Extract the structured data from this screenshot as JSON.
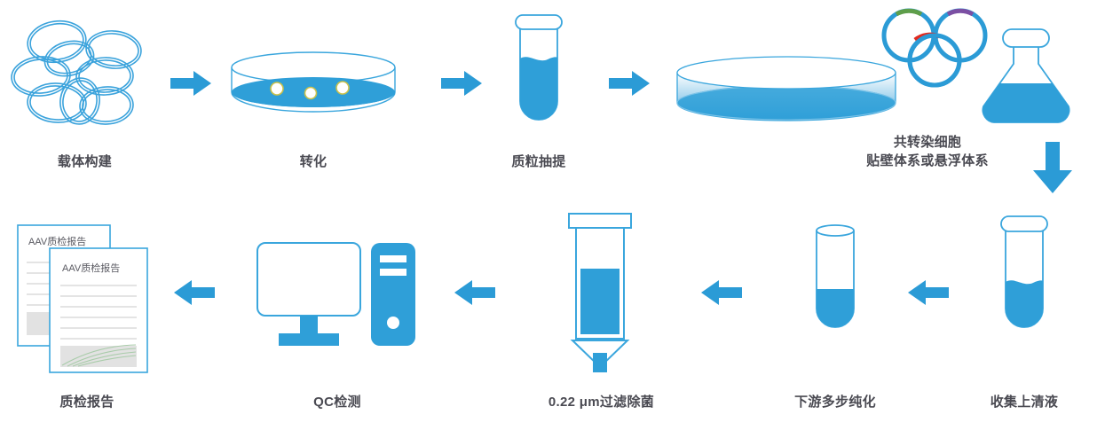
{
  "diagram": {
    "title": "AAV production workflow",
    "colors": {
      "accent_blue": "#2b9bd6",
      "fill_blue": "#2f9fd8",
      "outline_blue": "#3aa6dd",
      "label_gray": "#4a4a52",
      "plasmid_green": "#5e9e4a",
      "plasmid_purple": "#7b4fa3",
      "plasmid_red": "#e02b20",
      "colony_outline": "#c9c14a",
      "report_line": "#dcdcdc",
      "report_chart_bg": "#e2e2e2",
      "report_curve": "#a9ccaa"
    },
    "top_row": [
      {
        "id": "vector-construction",
        "icon": "plasmid-cluster-icon",
        "label": "载体构建"
      },
      {
        "id": "transformation",
        "icon": "petri-dish-colonies-icon",
        "label": "转化"
      },
      {
        "id": "plasmid-extraction",
        "icon": "capped-test-tube-icon",
        "label": "质粒抽提"
      },
      {
        "id": "co-transfection",
        "icon": "culture-dish-icon",
        "label": ""
      }
    ],
    "cotransfection": {
      "label_line1": "共转染细胞",
      "label_line2": "贴壁体系或悬浮体系",
      "icons": [
        "culture-dish-icon",
        "three-plasmid-rings-icon",
        "erlenmeyer-flask-icon"
      ]
    },
    "bottom_row": [
      {
        "id": "qc-report",
        "icon": "report-documents-icon",
        "label": "质检报告"
      },
      {
        "id": "qc-testing",
        "icon": "computer-icon",
        "label": "QC检测"
      },
      {
        "id": "filtration",
        "icon": "filter-column-icon",
        "label": "0.22 μm过滤除菌"
      },
      {
        "id": "purification",
        "icon": "open-test-tube-icon",
        "label": "下游多步纯化"
      },
      {
        "id": "supernatant",
        "icon": "capped-test-tube-icon",
        "label": "收集上清液"
      }
    ],
    "report_document": {
      "title": "AAV质检报告",
      "copies": 2,
      "text_lines": 7
    },
    "arrows": {
      "top": [
        "arrow-right",
        "arrow-right",
        "arrow-right"
      ],
      "down": [
        "arrow-down"
      ],
      "bottom": [
        "arrow-left",
        "arrow-left",
        "arrow-left",
        "arrow-left"
      ]
    }
  }
}
